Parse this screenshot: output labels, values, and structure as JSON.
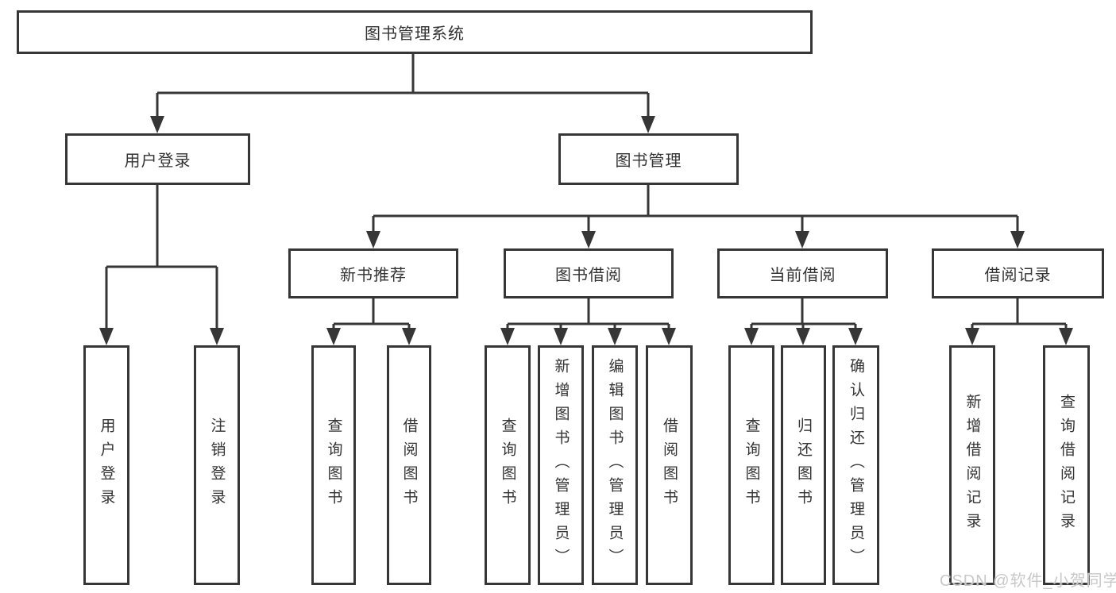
{
  "diagram_type": "hierarchy",
  "tree": {
    "label": "图书管理系统",
    "children": [
      {
        "label": "用户登录",
        "children": [
          {
            "label": "用户登录"
          },
          {
            "label": "注销登录"
          }
        ]
      },
      {
        "label": "图书管理",
        "children": [
          {
            "label": "新书推荐",
            "children": [
              {
                "label": "查询图书"
              },
              {
                "label": "借阅图书"
              }
            ]
          },
          {
            "label": "图书借阅",
            "children": [
              {
                "label": "查询图书"
              },
              {
                "label": "新增图书（管理员）"
              },
              {
                "label": "编辑图书（管理员）"
              },
              {
                "label": "借阅图书"
              }
            ]
          },
          {
            "label": "当前借阅",
            "children": [
              {
                "label": "查询图书"
              },
              {
                "label": "归还图书"
              },
              {
                "label": "确认归还（管理员）"
              }
            ]
          },
          {
            "label": "借阅记录",
            "children": [
              {
                "label": "新增借阅记录"
              },
              {
                "label": "查询借阅记录"
              }
            ]
          }
        ]
      }
    ]
  },
  "watermark": "CSDN @软件_小贺同学",
  "colors": {
    "line": "#363636",
    "text": "#333333",
    "watermark": "#c8c8c8",
    "background": "#ffffff"
  }
}
